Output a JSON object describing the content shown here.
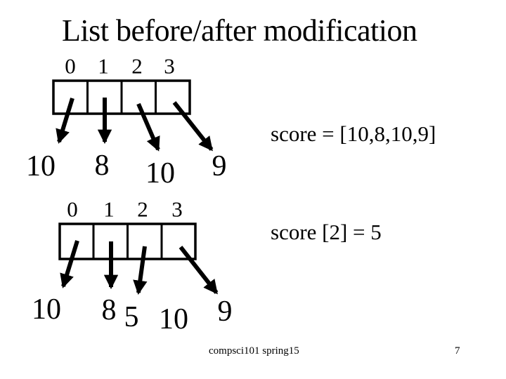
{
  "slide": {
    "title": "List before/after modification",
    "footer": {
      "course": "compsci101 spring15",
      "page_number": "7"
    }
  },
  "colors": {
    "background": "#ffffff",
    "ink": "#000000"
  },
  "list_before": {
    "indices": [
      "0",
      "1",
      "2",
      "3"
    ],
    "values": [
      "10",
      "8",
      "10",
      "9"
    ],
    "caption": "score = [10,8,10,9]"
  },
  "list_after": {
    "indices": [
      "0",
      "1",
      "2",
      "3"
    ],
    "values": [
      "10",
      "8",
      "5",
      "10",
      "9"
    ],
    "caption": "score [2] = 5"
  }
}
